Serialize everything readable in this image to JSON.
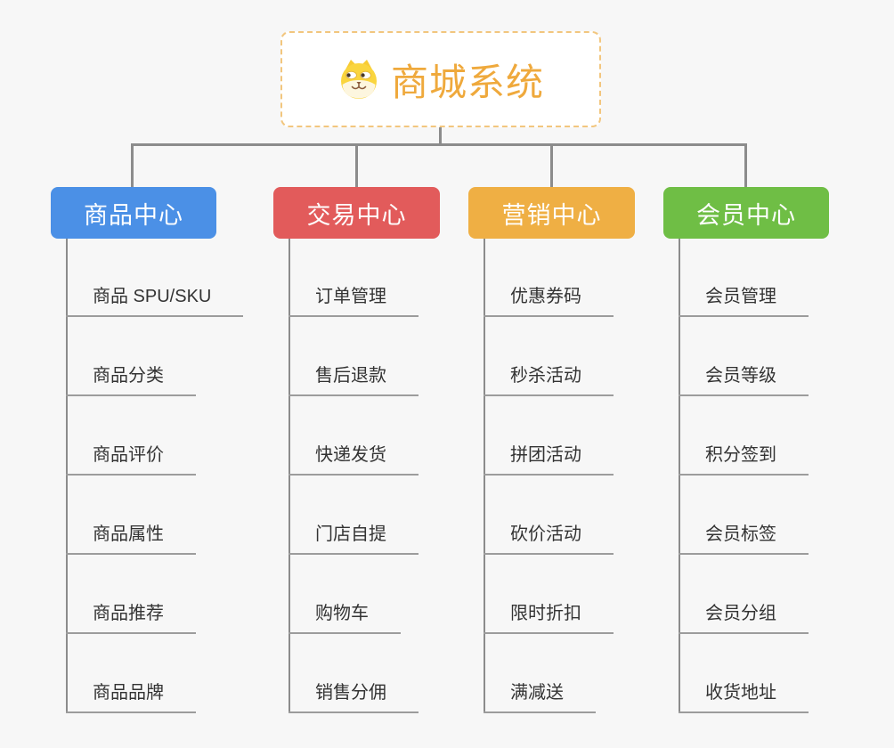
{
  "canvas": {
    "background": "#F7F7F7",
    "connector_color": "#8C8C8C",
    "underline_color": "#9C9C9C"
  },
  "root": {
    "title": "商城系统",
    "icon": "shiba-dog-icon",
    "text_color": "#EFA93C",
    "border_color": "#F2C67E"
  },
  "branches": [
    {
      "label": "商品中心",
      "color": "#4B90E6",
      "items": [
        "商品 SPU/SKU",
        "商品分类",
        "商品评价",
        "商品属性",
        "商品推荐",
        "商品品牌"
      ]
    },
    {
      "label": "交易中心",
      "color": "#E25B5B",
      "items": [
        "订单管理",
        "售后退款",
        "快递发货",
        "门店自提",
        "购物车",
        "销售分佣"
      ]
    },
    {
      "label": "营销中心",
      "color": "#EFAF44",
      "items": [
        "优惠券码",
        "秒杀活动",
        "拼团活动",
        "砍价活动",
        "限时折扣",
        "满减送"
      ]
    },
    {
      "label": "会员中心",
      "color": "#6FBE45",
      "items": [
        "会员管理",
        "会员等级",
        "积分签到",
        "会员标签",
        "会员分组",
        "收货地址"
      ]
    }
  ]
}
